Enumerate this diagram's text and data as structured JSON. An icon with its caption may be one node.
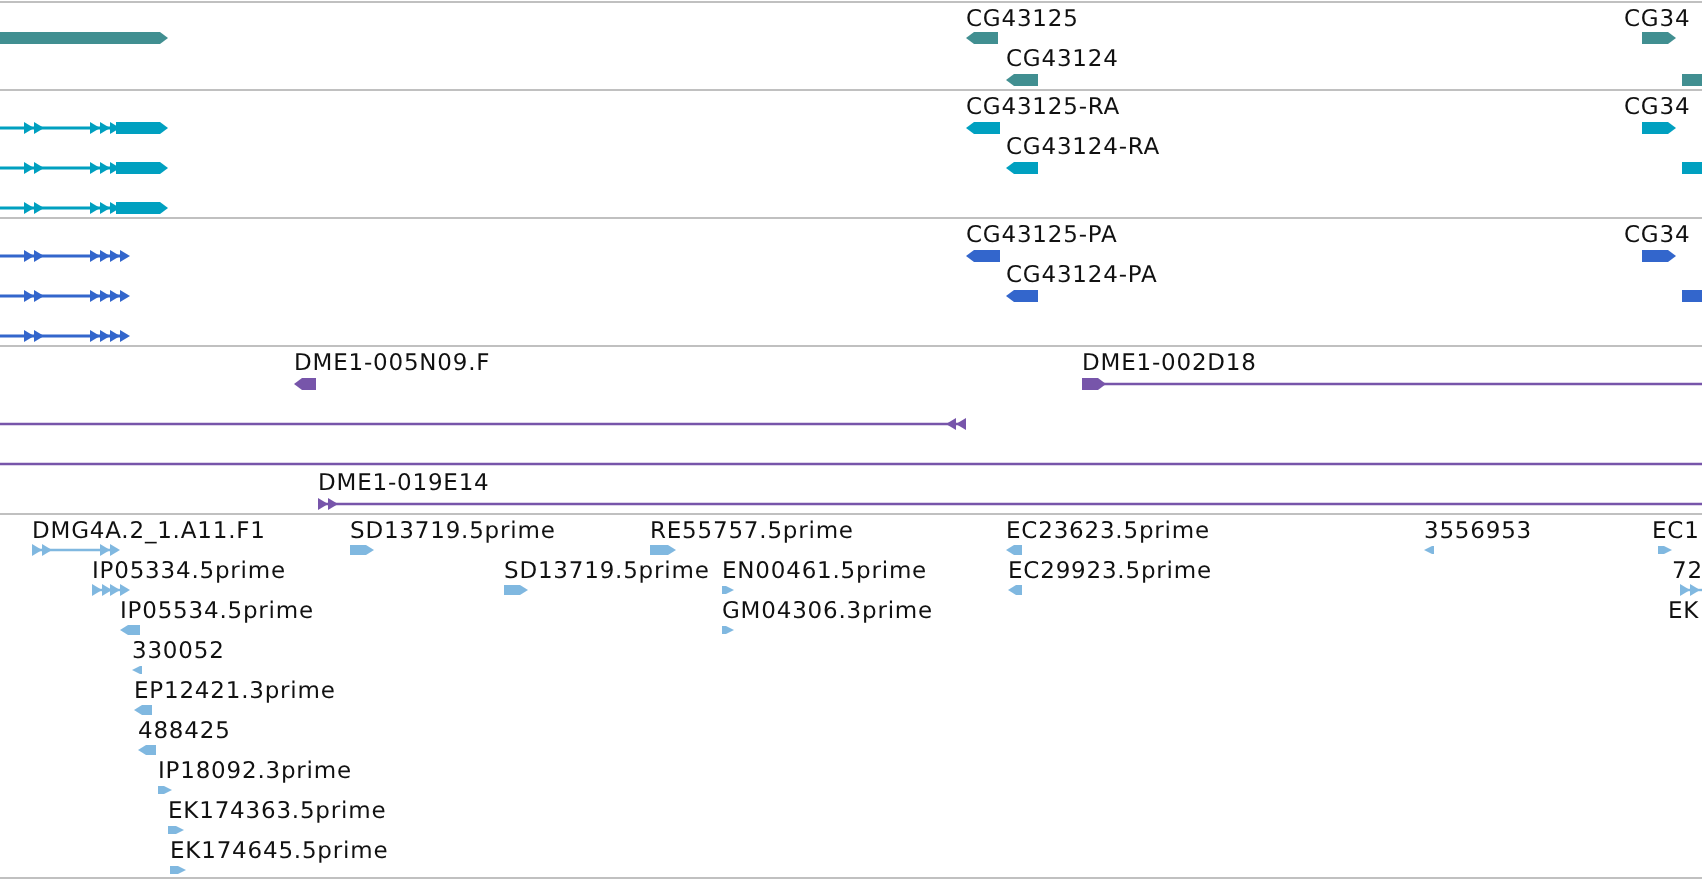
{
  "diagram": {
    "labels": [
      "CG43125",
      "CG34",
      "CG43124",
      "CG43125-RA",
      "CG34",
      "CG43124-RA",
      "CG43125-PA",
      "CG34",
      "CG43124-PA",
      "DME1-005N09.F",
      "DME1-002D18",
      "DME1-019E14",
      "DMG4A.2_1.A11.F1",
      "SD13719.5prime",
      "RE55757.5prime",
      "EC23623.5prime",
      "3556953",
      "EC1",
      "IP05334.5prime",
      "SD13719.5prime",
      "EN00461.5prime",
      "EC29923.5prime",
      "72",
      "IP05534.5prime",
      "GM04306.3prime",
      "EK",
      "330052",
      "EP12421.3prime",
      "488425",
      "IP18092.3prime",
      "EK174363.5prime",
      "EK174645.5prime"
    ]
  }
}
